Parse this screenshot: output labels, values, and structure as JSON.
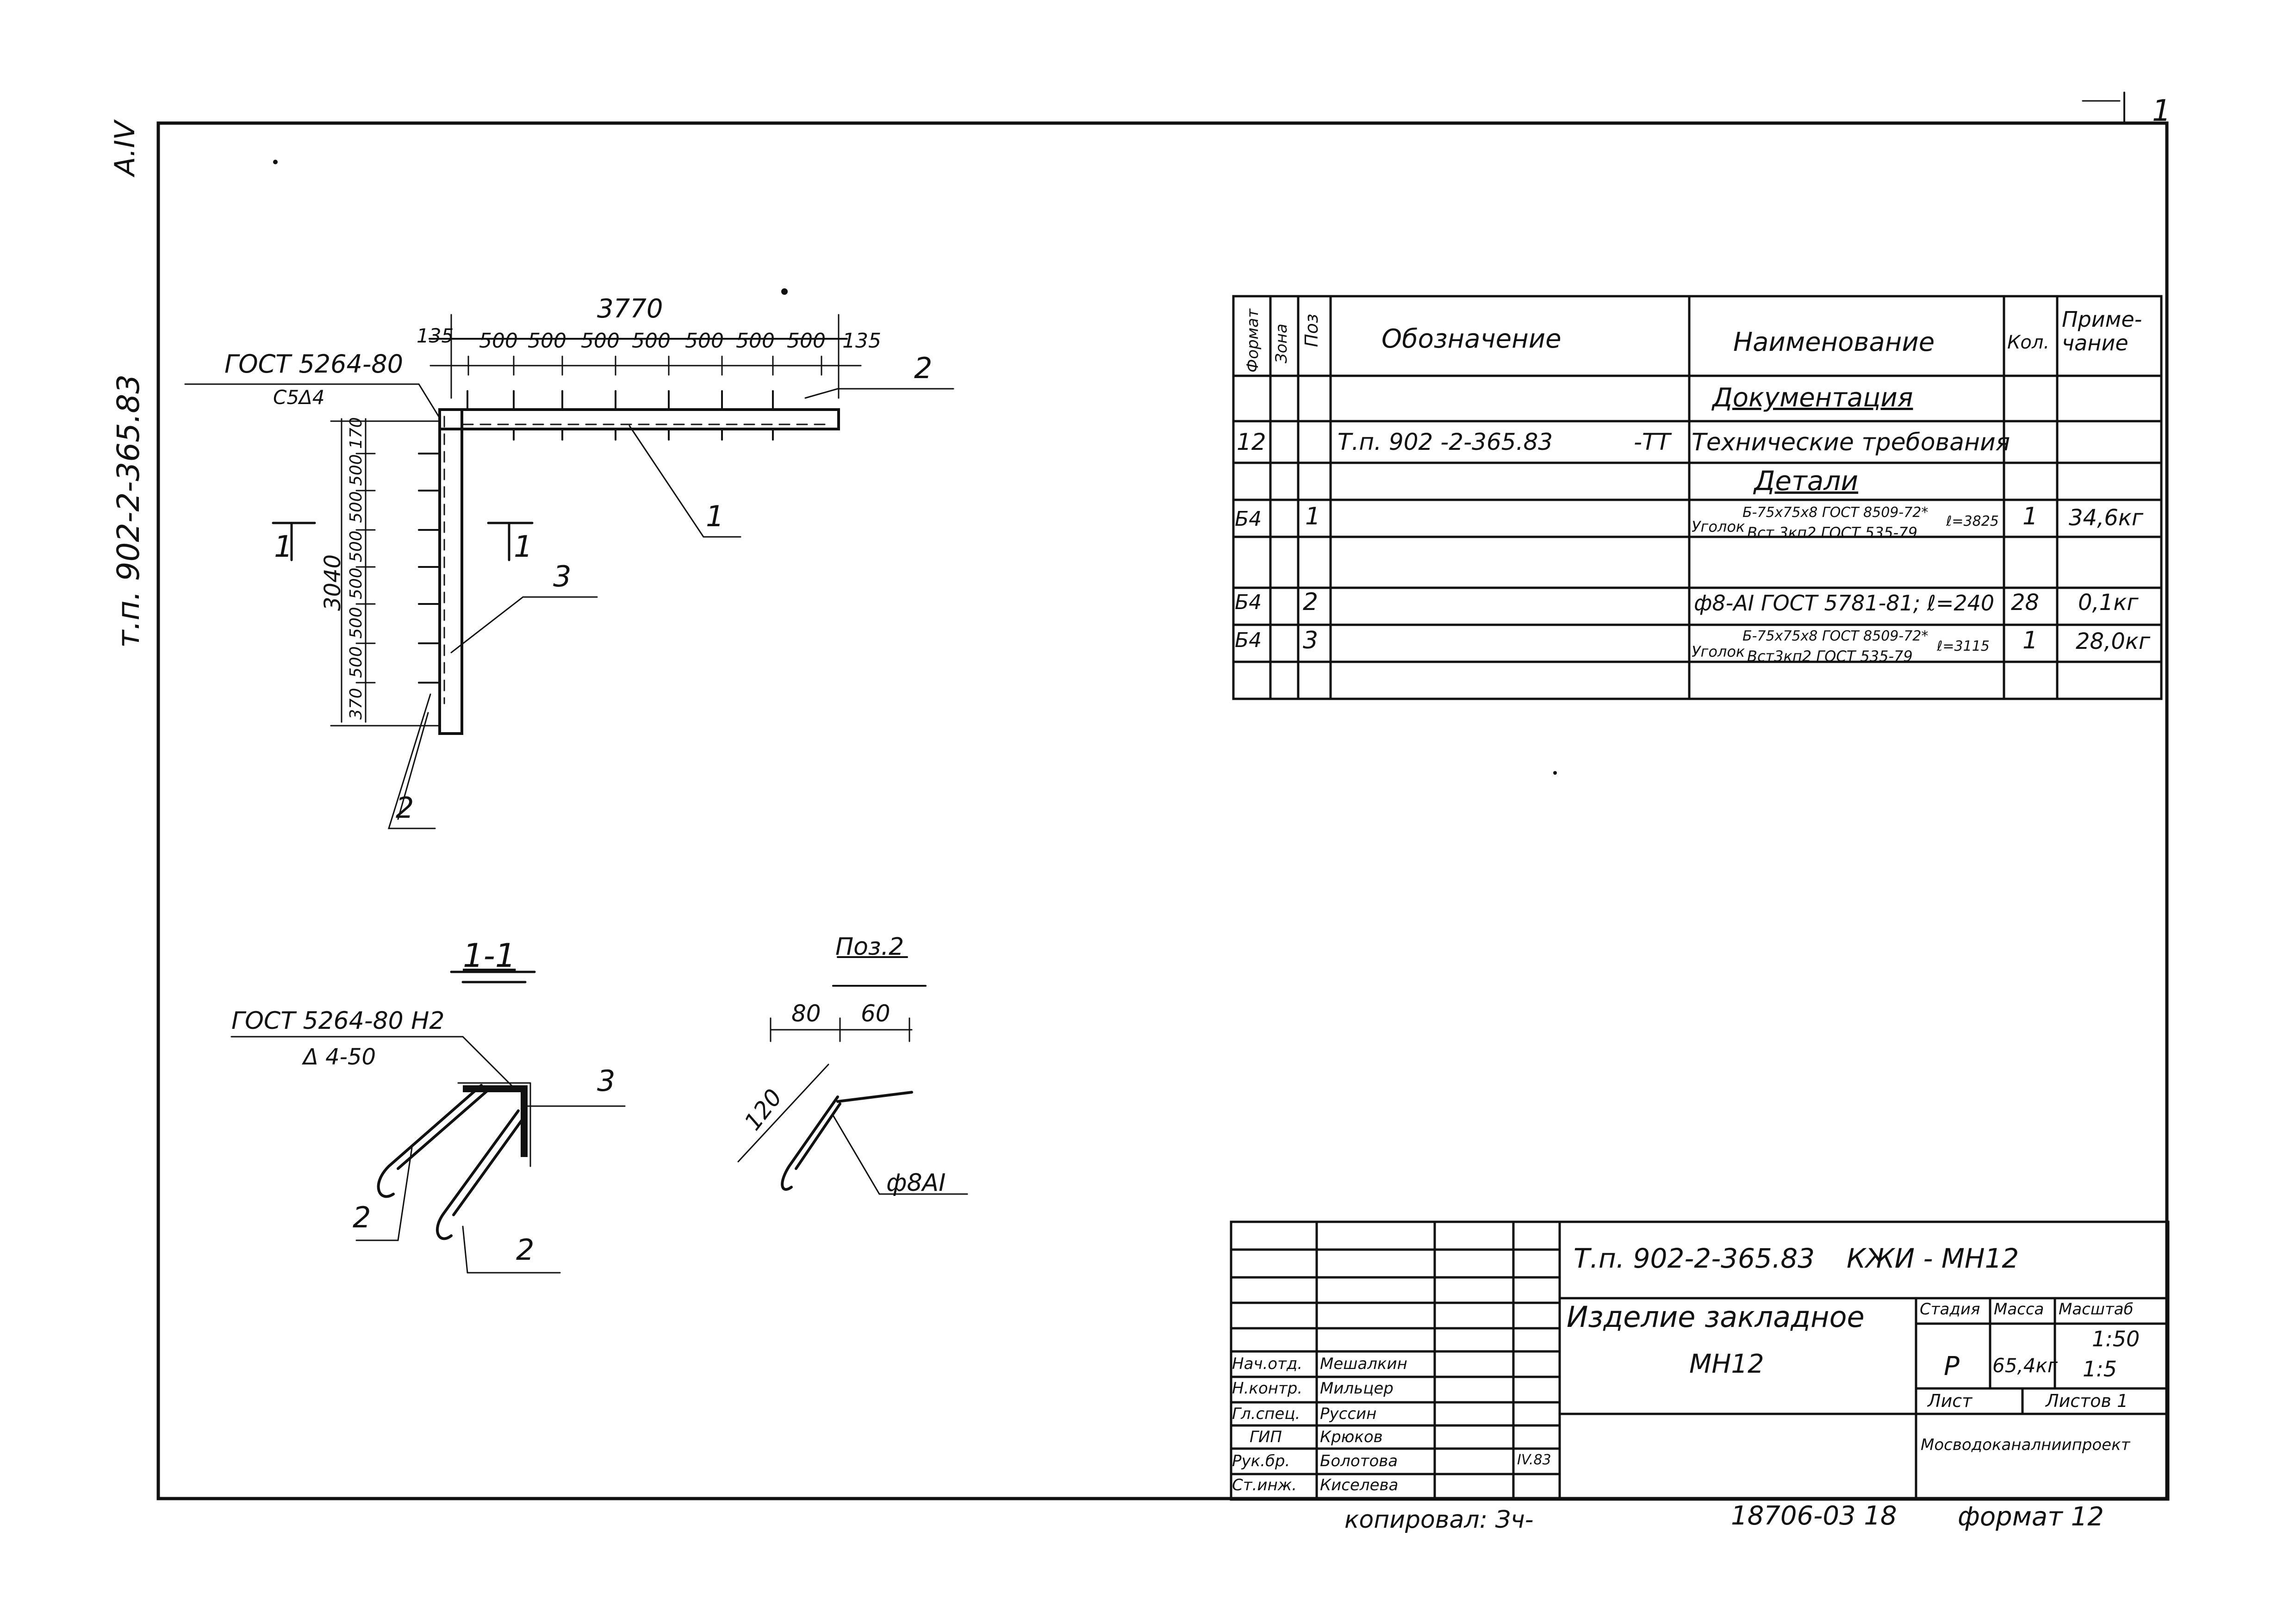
{
  "sheet": {
    "margin_code": "А.IV",
    "margin_doc": "т.п. 902-2-365.83",
    "sheet_no_corner": "1",
    "copied": "копировал: Зч-",
    "archive_no": "18706-03 18",
    "format": "формат 12"
  },
  "plan_view": {
    "total_length": "3770",
    "dim_segments": [
      "135",
      "500",
      "500",
      "500",
      "500",
      "500",
      "500",
      "500",
      "135"
    ],
    "weld_spec_line1": "ГОСТ 5264-80",
    "weld_spec_line2": "С5Δ4",
    "vertical_total": "3040",
    "vertical_segments": [
      "370",
      "500",
      "500",
      "500",
      "500",
      "500",
      "500",
      "170"
    ],
    "section_mark": "1",
    "callout_1": "1",
    "callout_2": "2",
    "callout_3": "3",
    "callout_2_bottom": "2"
  },
  "section_1_1": {
    "title": "1-1",
    "weld_spec_line1": "ГОСТ 5264-80 Н2",
    "weld_spec_line2": "Δ 4-50",
    "callout_3": "3",
    "callout_2a": "2",
    "callout_2b": "2"
  },
  "pos2": {
    "title": "Поз.2",
    "dim_a": "80",
    "dim_b": "60",
    "dim_c": "120",
    "rebar": "ф8АI"
  },
  "spec_table": {
    "headers": {
      "format": "Формат",
      "zone": "Зона",
      "pos": "Поз",
      "designation": "Обозначение",
      "name": "Наименование",
      "qty": "Кол.",
      "note": "Приме-\nчание"
    },
    "section_docs": "Документация",
    "section_parts": "Детали",
    "rows": [
      {
        "format": "12",
        "pos": "",
        "designation": "Т.п. 902 -2-365.83",
        "designation_suffix": "-ТТ",
        "name": "Технические требования",
        "qty": "",
        "note": ""
      },
      {
        "format": "Б4",
        "pos": "1",
        "designation": "",
        "name_prefix": "Уголок",
        "name_top": "Б-75х75х8 ГОСТ 8509-72*",
        "name_bottom": "Вст 3кп2 ГОСТ 535-79",
        "name_suffix": "ℓ=3825",
        "qty": "1",
        "note": "34,6кг"
      },
      {
        "format": "Б4",
        "pos": "2",
        "designation": "",
        "name": "ф8-АI ГОСТ 5781-81; ℓ=240",
        "qty": "28",
        "note": "0,1кг"
      },
      {
        "format": "Б4",
        "pos": "3",
        "designation": "",
        "name_prefix": "Уголок",
        "name_top": "Б-75х75х8 ГОСТ 8509-72*",
        "name_bottom": "Вст3кп2 ГОСТ 535-79",
        "name_suffix": "ℓ=3115",
        "qty": "1",
        "note": "28,0кг"
      }
    ]
  },
  "title_block": {
    "doc_code": "Т.п. 902-2-365.83",
    "mark": "КЖИ - МН12",
    "title_line1": "Изделие закладное",
    "title_line2": "МН12",
    "stage_label": "Стадия",
    "mass_label": "Масса",
    "scale_label": "Масштаб",
    "stage": "Р",
    "mass": "65,4кг",
    "scale1": "1:50",
    "scale2": "1:5",
    "sheet_label": "Лист",
    "sheets_label": "Листов 1",
    "org": "Мосводоканалниипроект",
    "people": [
      {
        "role": "Нач.отд.",
        "name": "Мешалкин"
      },
      {
        "role": "Н.контр.",
        "name": "Мильцер"
      },
      {
        "role": "Гл.спец.",
        "name": "Руссин"
      },
      {
        "role": "ГИП",
        "name": "Крюков"
      },
      {
        "role": "Рук.бр.",
        "name": "Болотова"
      },
      {
        "role": "Ст.инж.",
        "name": "Киселева"
      }
    ],
    "date": "IV.83"
  }
}
